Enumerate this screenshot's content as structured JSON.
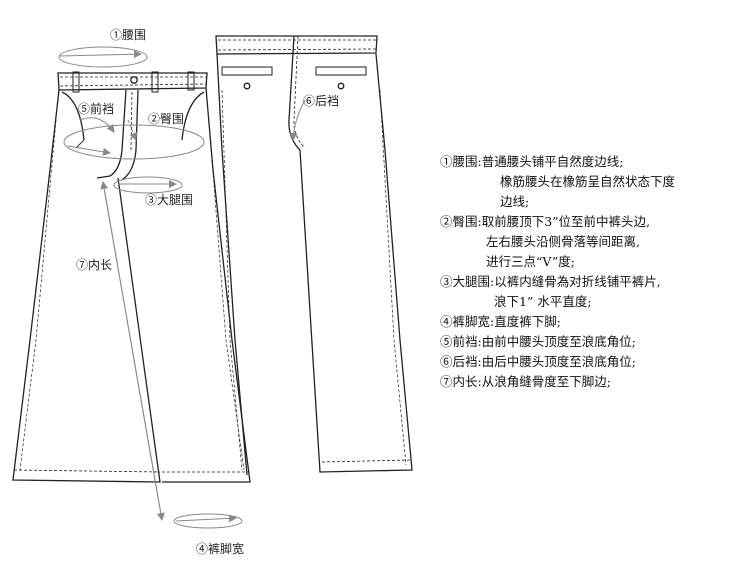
{
  "labels": {
    "waist": "①腰围",
    "front_rise": "⑤前裆",
    "hip": "②臀围",
    "back_rise": "⑥后裆",
    "thigh": "③大腿围",
    "inseam": "⑦内长",
    "leg_opening": "④裤脚宽"
  },
  "notes": [
    {
      "head": "①腰围:",
      "lines": [
        "普通腰头铺平自然度边线;",
        "橡筋腰头在橡筋呈自然状态下度",
        "边线;"
      ]
    },
    {
      "head": "②臀围:",
      "lines": [
        "取前腰顶下3”位至前中裤头边,",
        "左右腰头沿侧骨落等间距离,",
        "进行三点“V”度;"
      ]
    },
    {
      "head": "③大腿围:",
      "lines": [
        "以裤内缝骨為对折线铺平裤片,",
        "浪下1” 水平直度;"
      ]
    },
    {
      "head": "④裤脚宽:",
      "lines": [
        "直度裤下脚;"
      ]
    },
    {
      "head": "⑤前裆:",
      "lines": [
        "由前中腰头顶度至浪底角位;"
      ]
    },
    {
      "head": "⑥后裆:",
      "lines": [
        "由后中腰头顶度至浪底角位;"
      ]
    },
    {
      "head": "⑦内长:",
      "lines": [
        "从浪角缝骨度至下脚边;"
      ]
    }
  ]
}
